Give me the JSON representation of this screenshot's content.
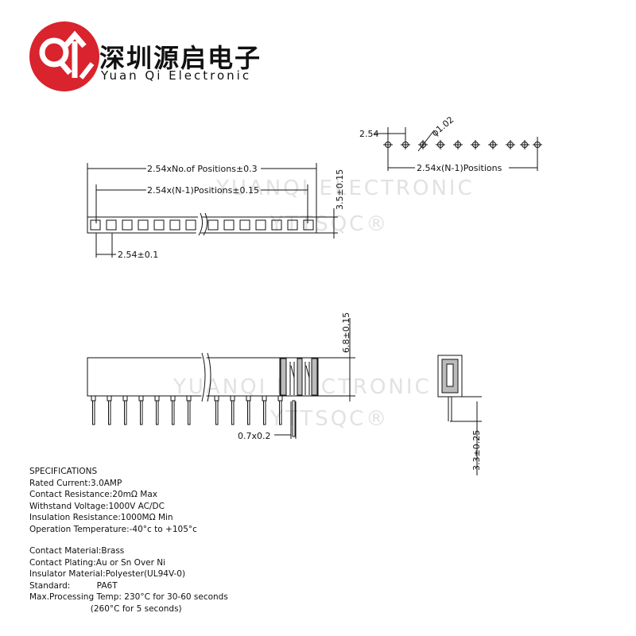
{
  "brand": {
    "name_cn": "深圳源启电子",
    "name_en": "Yuan Qi Electronic",
    "logo_color": "#d9232d"
  },
  "watermark": {
    "line1": "YUANQI ELECTRONIC",
    "line2": "YTTSQC®"
  },
  "top_view": {
    "overall_length": "2.54xNo.of Positions±0.3",
    "pin_span": "2.54x(N-1)Positions±0.15",
    "pitch": "2.54±0.1",
    "width": "3.5±0.15"
  },
  "pcb_layout": {
    "pitch": "2.54",
    "hole_diameter": "φ1.02",
    "span": "2.54x(N-1)Positions"
  },
  "side_view": {
    "height": "6.8±0.15",
    "pin_size": "0.7x0.2",
    "pin_length": "3.3±0.25"
  },
  "specifications": {
    "heading": "SPECIFICATIONS",
    "group1": [
      "Rated Current:3.0AMP",
      "Contact Resistance:20mΩ Max",
      "Withstand Voltage:1000V AC/DC",
      "Insulation Resistance:1000MΩ Min",
      "Operation Temperature:-40°c to +105°c"
    ],
    "group2": [
      "Contact Material:Brass",
      "Contact Plating:Au or Sn Over Ni",
      "Insulator Material:Polyester(UL94V-0)",
      "Standard:          PA6T",
      "Max.Processing Temp: 230°C for 30-60 seconds",
      "                       (260°C for 5 seconds)"
    ]
  }
}
